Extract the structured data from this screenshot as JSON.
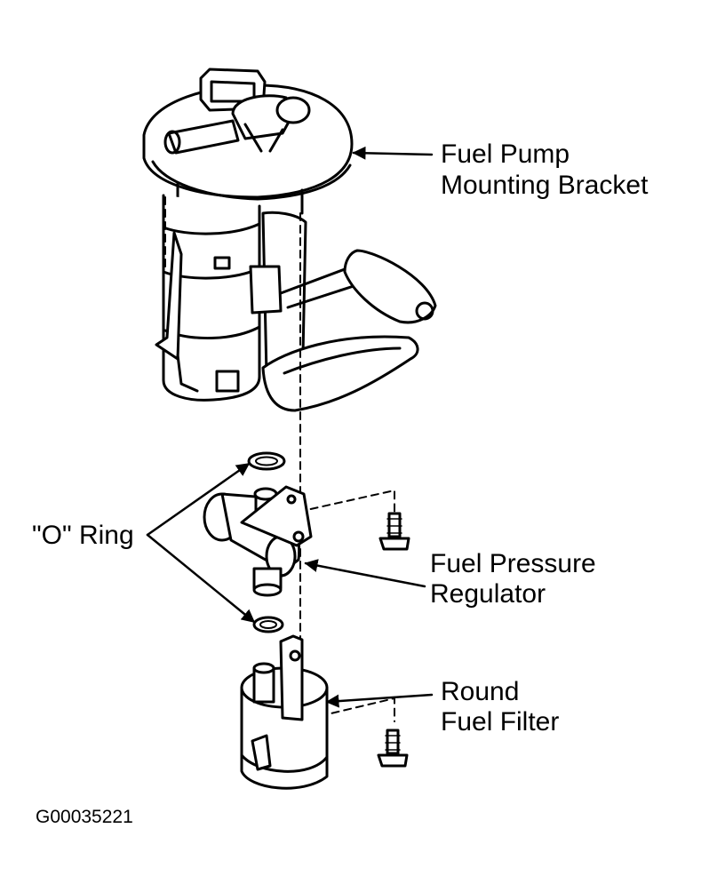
{
  "labels": {
    "bracket_line1": "Fuel Pump",
    "bracket_line2": "Mounting Bracket",
    "o_ring": "\"O\" Ring",
    "regulator_line1": "Fuel Pressure",
    "regulator_line2": "Regulator",
    "filter_line1": "Round",
    "filter_line2": "Fuel Filter",
    "figure_id": "G00035221"
  },
  "colors": {
    "ink": "#000000",
    "paper": "#ffffff"
  }
}
